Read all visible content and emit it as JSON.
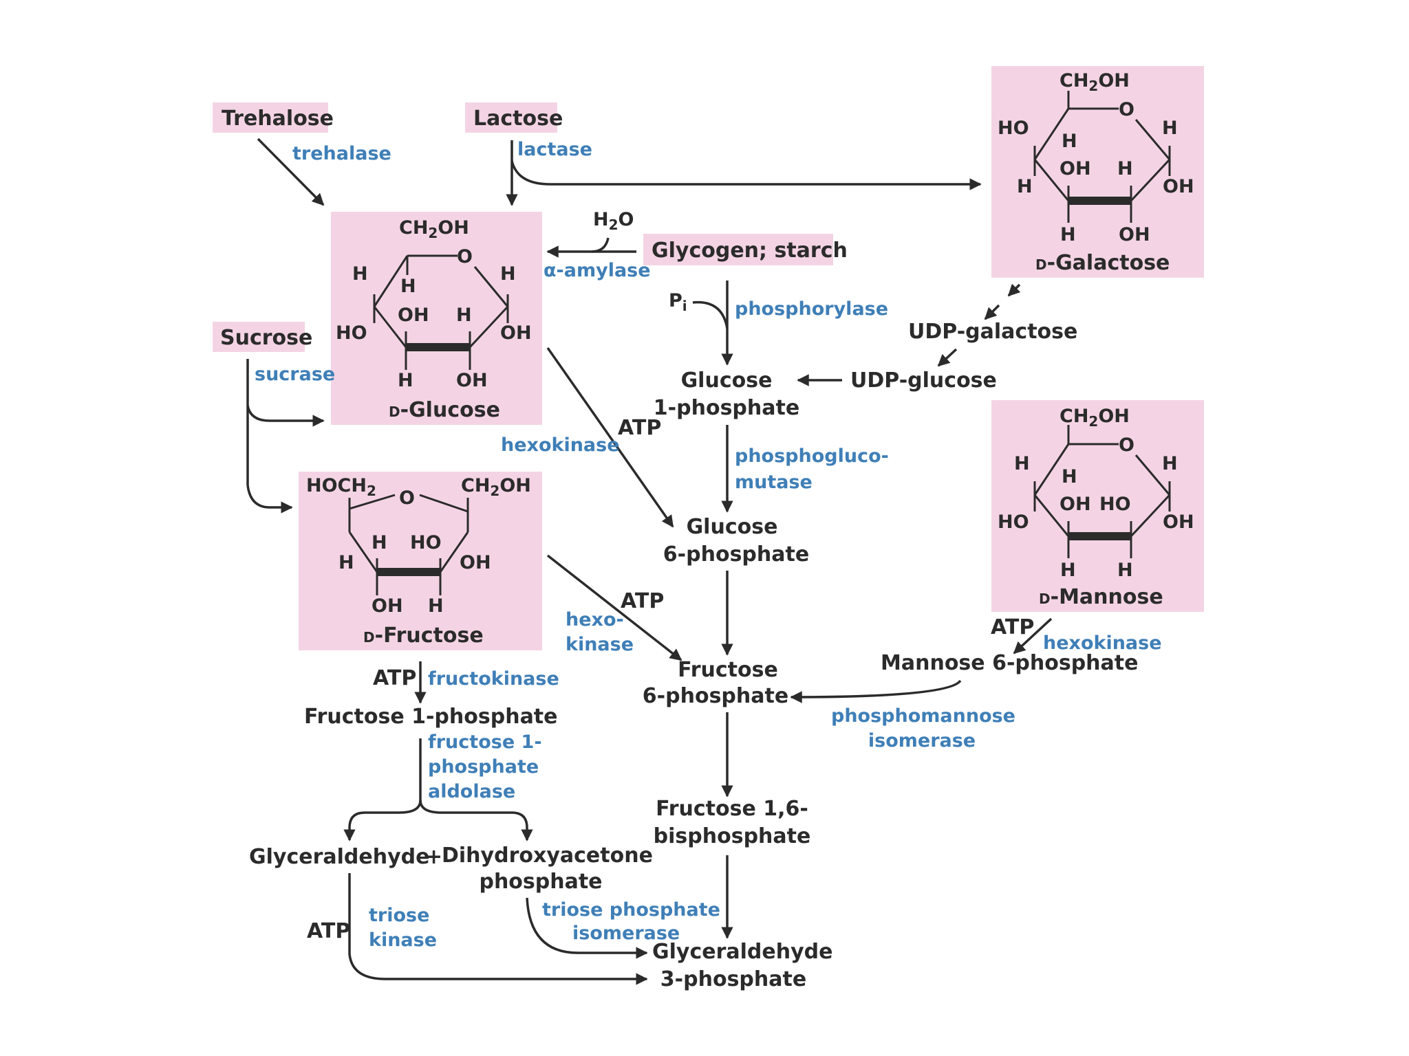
{
  "colors": {
    "box_fill": "#f4d4e4",
    "enzyme": "#3f7fb7",
    "text": "#2b2b2b"
  },
  "molecules": {
    "trehalose": "Trehalose",
    "lactose": "Lactose",
    "sucrose": "Sucrose",
    "glycogen_starch": "Glycogen; starch",
    "glucose": "Glucose",
    "glucose_prefix": "D",
    "fructose": "Fructose",
    "fructose_prefix": "D",
    "galactose": "Galactose",
    "galactose_prefix": "D",
    "mannose": "Mannose",
    "mannose_prefix": "D",
    "udp_galactose": "UDP-galactose",
    "udp_glucose": "UDP-glucose",
    "glucose_1p_line1": "Glucose",
    "glucose_1p_line2": "1-phosphate",
    "glucose_6p_line1": "Glucose",
    "glucose_6p_line2": "6-phosphate",
    "fructose_6p_line1": "Fructose",
    "fructose_6p_line2": "6-phosphate",
    "fructose_16bp_line1": "Fructose 1,6-",
    "fructose_16bp_line2": "bisphosphate",
    "fructose_1p": "Fructose 1-phosphate",
    "mannose_6p": "Mannose 6-phosphate",
    "glyceraldehyde": "Glyceraldehyde",
    "plus": "+",
    "dhap_line1": "Dihydroxyacetone",
    "dhap_line2": "phosphate",
    "gap_line1": "Glyceraldehyde",
    "gap_line2": "3-phosphate"
  },
  "enzymes": {
    "trehalase": "trehalase",
    "lactase": "lactase",
    "sucrase": "sucrase",
    "alpha_amylase": "α-amylase",
    "phosphorylase": "phosphorylase",
    "phosphoglucomutase_line1": "phosphogluco-",
    "phosphoglucomutase_line2": "mutase",
    "hexokinase_glucose": "hexokinase",
    "hexokinase_fructose_line1": "hexo-",
    "hexokinase_fructose_line2": "kinase",
    "hexokinase_mannose": "hexokinase",
    "fructokinase": "fructokinase",
    "aldolase_line1": "fructose 1-",
    "aldolase_line2": "phosphate",
    "aldolase_line3": "aldolase",
    "phosphomannose_line1": "phosphomannose",
    "phosphomannose_line2": "isomerase",
    "triose_kinase_line1": "triose",
    "triose_kinase_line2": "kinase",
    "tpi_line1": "triose phosphate",
    "tpi_line2": "isomerase"
  },
  "cofactors": {
    "atp": "ATP",
    "water_main": "H",
    "water_sub": "2",
    "water_tail": "O",
    "pi_main": "P",
    "pi_sub": "i"
  },
  "atoms": {
    "ch2": "CH",
    "two": "2",
    "oh_tail": "OH",
    "hoc": "HOC",
    "h2": "H",
    "o": "O",
    "h": "H",
    "oh": "OH",
    "ho": "HO"
  }
}
